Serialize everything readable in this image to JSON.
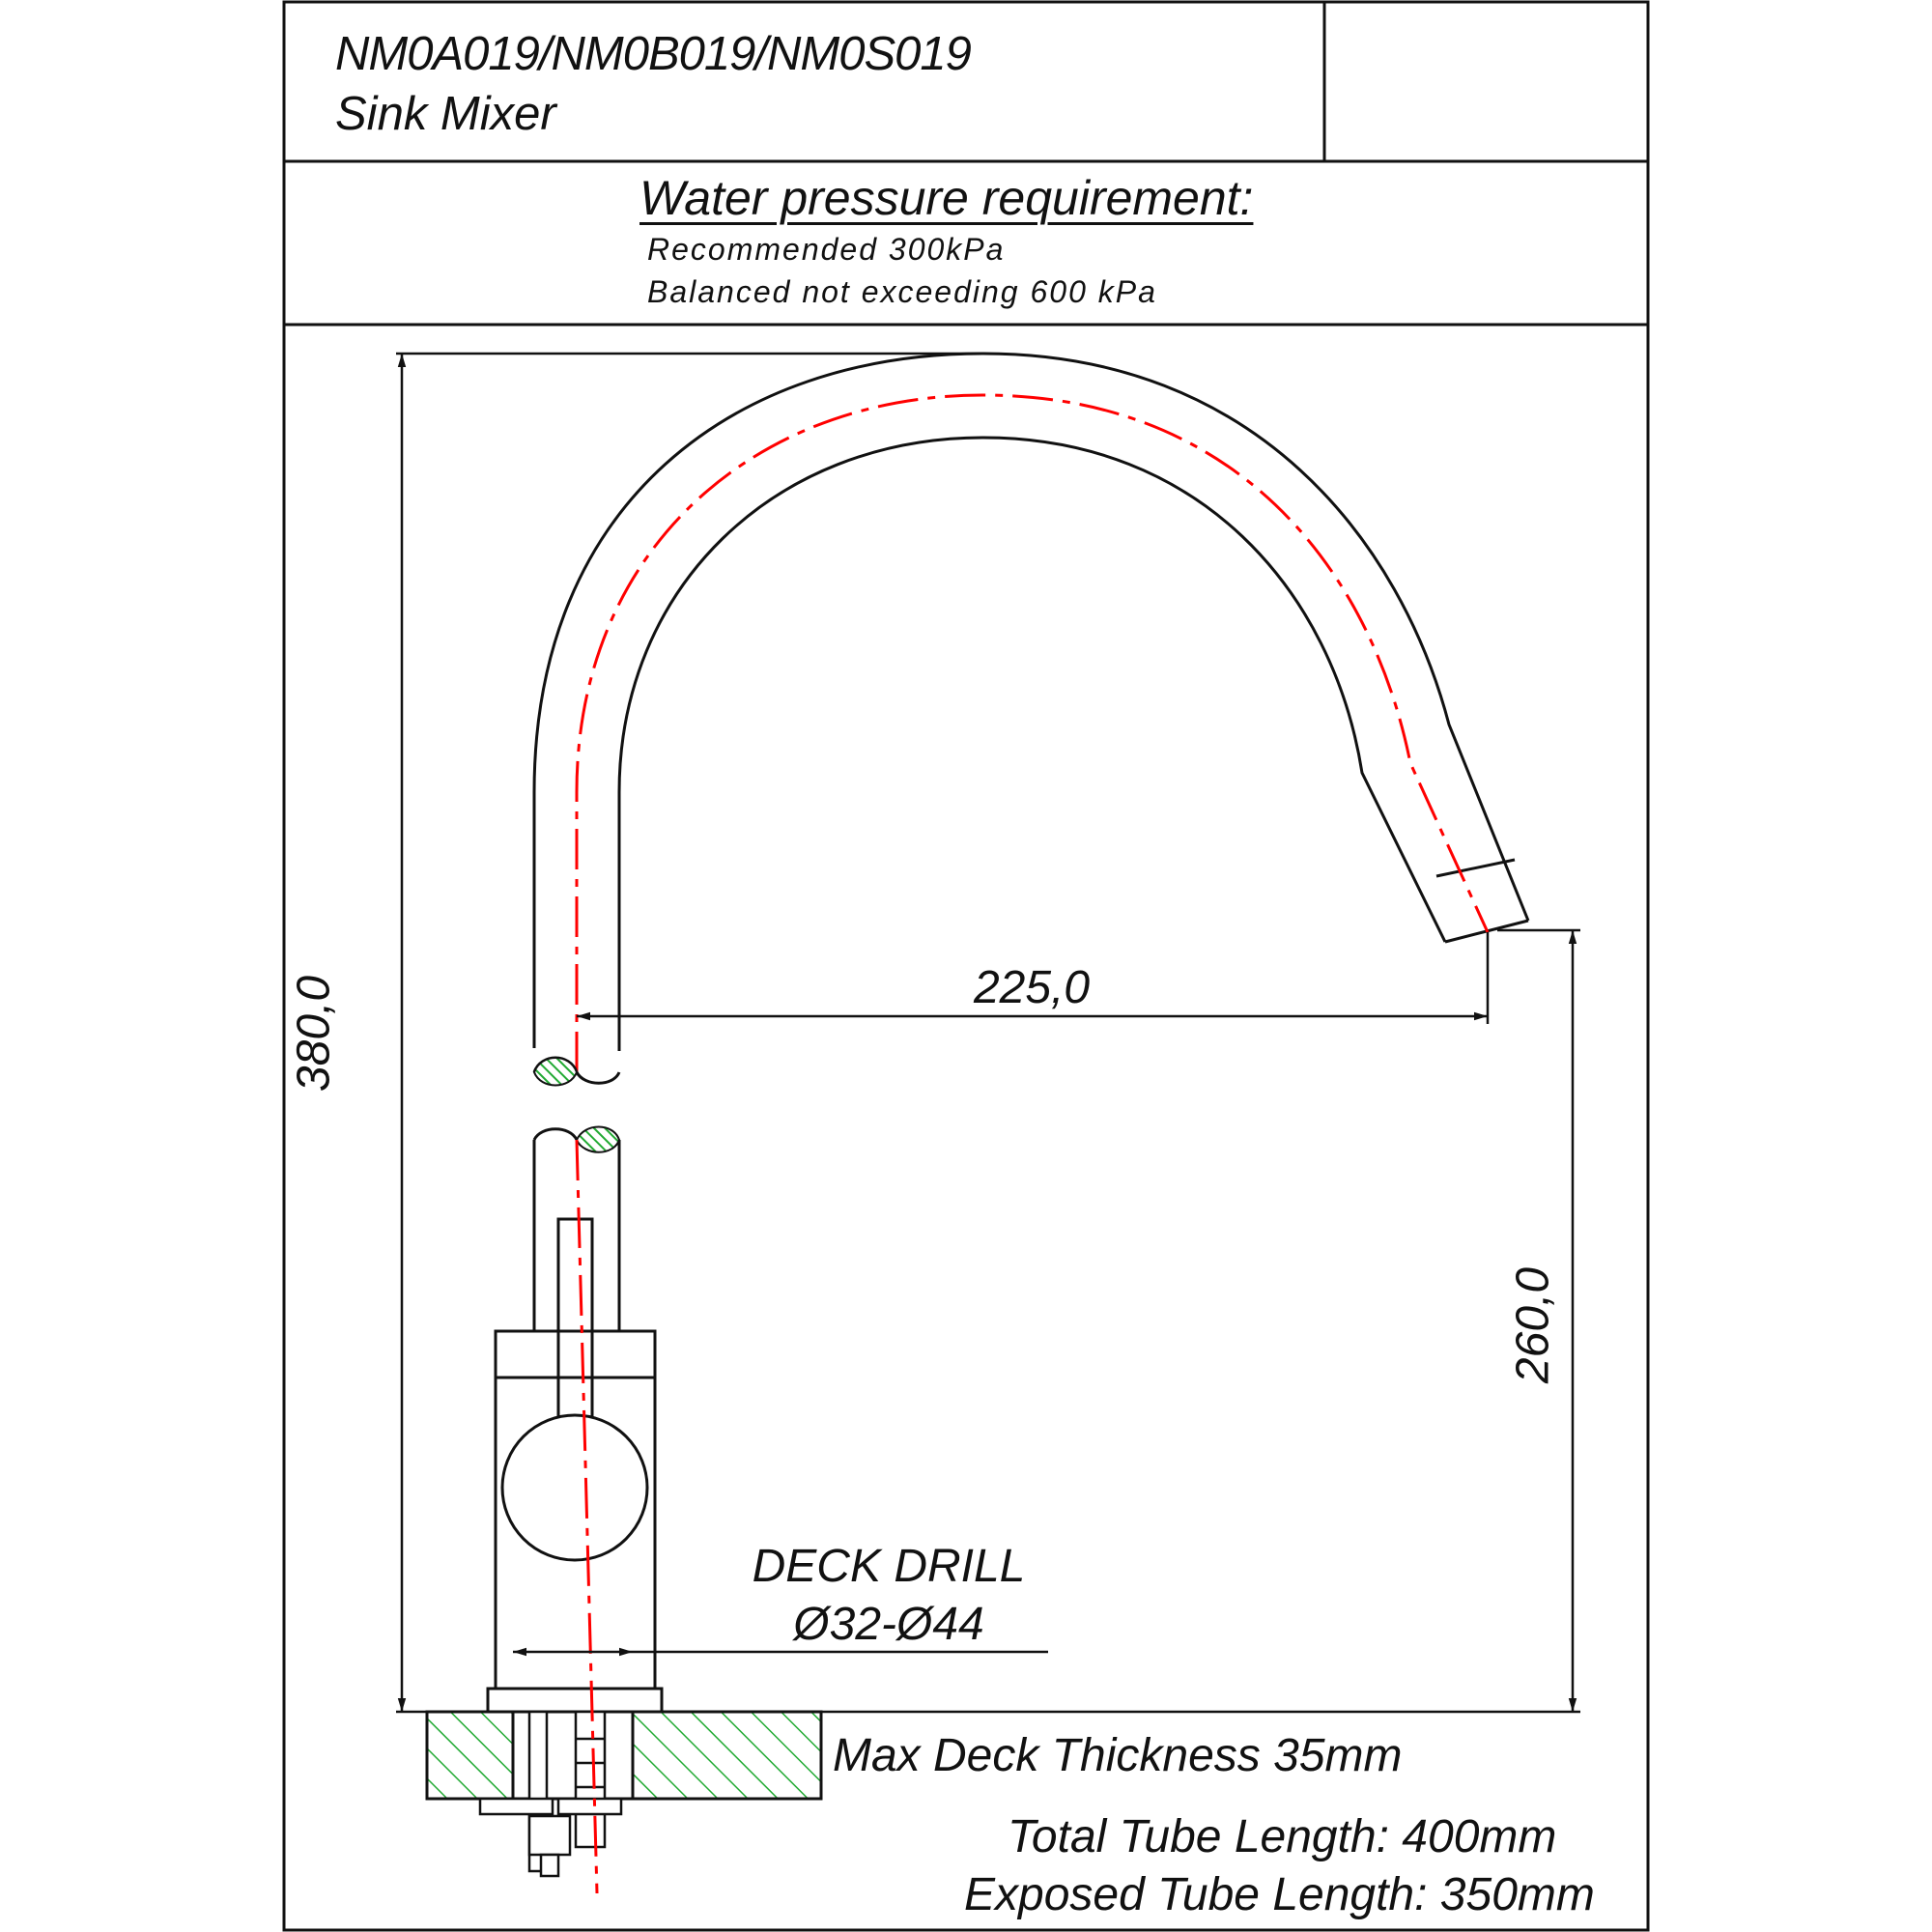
{
  "title_block": {
    "model_codes": "NM0A019/NM0B019/NM0S019",
    "product_name": "Sink Mixer"
  },
  "water_pressure": {
    "heading": "Water pressure requirement:",
    "recommended": "Recommended 300kPa",
    "balanced": "Balanced not exceeding 600 kPa"
  },
  "dimensions": {
    "total_height": "380,0",
    "spout_reach": "225,0",
    "spout_outlet_height": "260,0"
  },
  "deck": {
    "drill_label": "DECK DRILL",
    "drill_range": "Ø32-Ø44",
    "max_thickness": "Max Deck Thickness 35mm"
  },
  "tube": {
    "total_length": "Total Tube Length: 400mm",
    "exposed_length": "Exposed Tube Length: 350mm"
  },
  "colors": {
    "outline": "#111111",
    "centerline": "#ff0000",
    "hatch": "#22aa33",
    "section_fill": "#33bb44"
  }
}
